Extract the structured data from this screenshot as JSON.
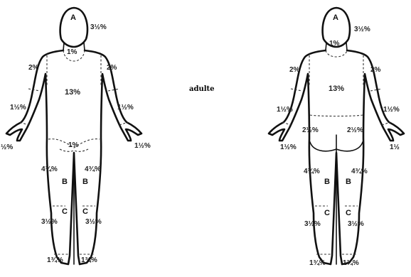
{
  "center_label": "adulte",
  "front": {
    "head_letter": "A",
    "head": "3½%",
    "neck": "1%",
    "shoulder_left": "2%",
    "shoulder_right": "2%",
    "trunk": "13%",
    "forearm_left": "1½%",
    "forearm_right": "1½%",
    "hand_left": "½%",
    "hand_right": "1½%",
    "genital": "1%",
    "thigh_left": "4¾%",
    "thigh_right": "4¾%",
    "thigh_letter_left": "B",
    "thigh_letter_right": "B",
    "leg_letter_left": "C",
    "leg_letter_right": "C",
    "leg_left": "3½%",
    "leg_right": "3½%",
    "foot_left": "1¾%",
    "foot_right": "1¾%"
  },
  "back": {
    "head_letter": "A",
    "head": "3½%",
    "neck": "1%",
    "shoulder_left": "2%",
    "shoulder_right": "2%",
    "trunk": "13%",
    "forearm_left": "1½%",
    "forearm_right": "1½%",
    "buttock_left": "2½%",
    "buttock_right": "2½%",
    "hand_left": "1½%",
    "hand_right": "1½",
    "thigh_left": "4¾%",
    "thigh_right": "4¾%",
    "thigh_letter_left": "B",
    "thigh_letter_right": "B",
    "leg_letter_left": "C",
    "leg_letter_right": "C",
    "leg_left": "3½%",
    "leg_right": "3½%",
    "foot_left": "1¾%",
    "foot_right": "1¾%"
  }
}
